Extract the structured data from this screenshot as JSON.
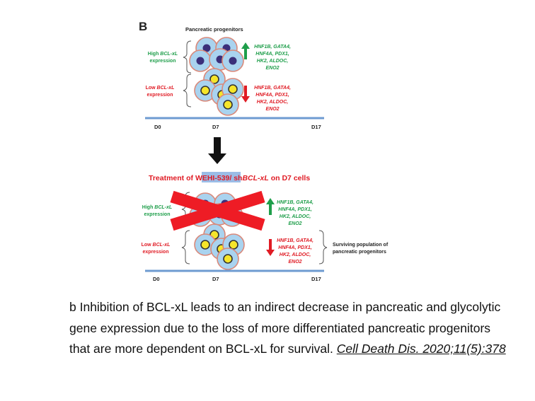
{
  "figure": {
    "panel_label": "B",
    "top_title": "Pancreatic progenitors",
    "top": {
      "high_label": [
        "High BCL-xL",
        "expression"
      ],
      "low_label": [
        "Low BCL-xL",
        "expression"
      ],
      "high_genes": [
        "HNF1B, GATA4,",
        "HNF4A, PDX1,",
        "HK2, ALDOC,",
        "ENO2"
      ],
      "low_genes": [
        "HNF1B, GATA4,",
        "HNF4A, PDX1,",
        "HK2, ALDOC,",
        "ENO2"
      ],
      "timeline": [
        "D0",
        "D7",
        "D17"
      ]
    },
    "treatment": {
      "prefix": "Treatment of ",
      "drug": "WEHI-539",
      "middle": "/ sh",
      "gene": "BCL-xL",
      "suffix": " on D7 cells"
    },
    "bottom": {
      "high_label": [
        "High BCL-xL",
        "expression"
      ],
      "low_label": [
        "Low BCL-xL",
        "expression"
      ],
      "high_genes": [
        "HNF1B, GATA4,",
        "HNF4A, PDX1,",
        "HK2, ALDOC,",
        "ENO2"
      ],
      "low_genes": [
        "HNF1B, GATA4,",
        "HNF4A, PDX1,",
        "HK2, ALDOC,",
        "ENO2"
      ],
      "surviving": [
        "Surviving population of",
        "pancreatic progenitors"
      ],
      "timeline": [
        "D0",
        "D7",
        "D17"
      ]
    },
    "colors": {
      "green": "#1e9e4a",
      "red": "#e01b24",
      "cell_fill": "#a9d3ef",
      "cell_stroke": "#d9897a",
      "nucleus_dark": "#3b2f7a",
      "nucleus_yellow": "#f5e52a",
      "timeline": "#6e9bd1",
      "cross": "#ee1c25",
      "highlight": "#9bbce6"
    }
  },
  "caption": {
    "text": "b Inhibition of BCL-xL leads to an indirect decrease in pancreatic and glycolytic gene expression due to the loss of more differentiated pancreatic progenitors that are more dependent on BCL-xL for survival. ",
    "citation": "Cell Death Dis. 2020;11(5):378"
  }
}
